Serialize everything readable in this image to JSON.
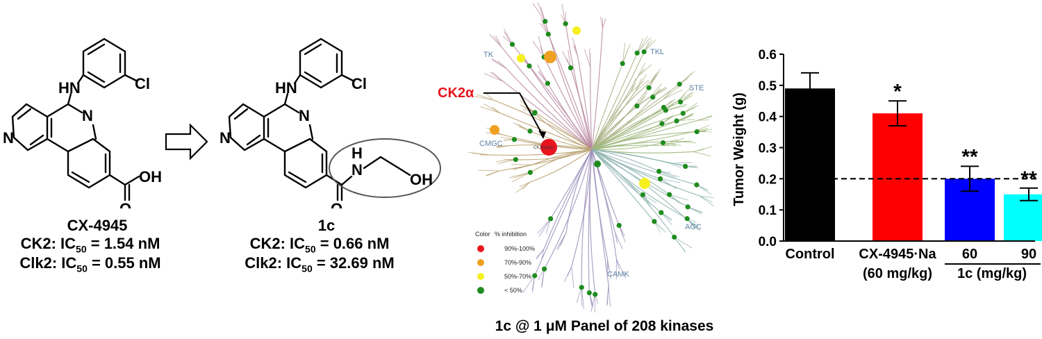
{
  "compounds": [
    {
      "name": "CX-4945",
      "ck2_prefix": "CK2: IC",
      "ck2_value": " = 1.54 nM",
      "clk2_prefix": "Clk2: IC",
      "clk2_value": " = 0.55 nM",
      "ic_sub": "50",
      "atoms": {
        "nh": "HN",
        "cl": "Cl",
        "n1": "N",
        "n2": "N",
        "o": "O",
        "oh": "OH"
      }
    },
    {
      "name": "1c",
      "ck2_prefix": "CK2: IC",
      "ck2_value": " = 0.66 nM",
      "clk2_prefix": "Clk2: IC",
      "clk2_value": " = 32.69 nM",
      "ic_sub": "50",
      "atoms": {
        "nh": "HN",
        "cl": "Cl",
        "n1": "N",
        "n2": "N",
        "o": "O",
        "h": "H",
        "n3": "N",
        "oh": "OH"
      }
    }
  ],
  "kinome": {
    "highlight_label": "CK2α",
    "highlight_color": "#e8141e",
    "highlight_node": "CK2(typeI)",
    "groups": [
      "TK",
      "TKL",
      "STE",
      "CMGC",
      "AGC",
      "CAMK"
    ],
    "legend_header": [
      "Color",
      "% inhibition"
    ],
    "legend": [
      {
        "label": "90%-100%",
        "color": "#e8141e"
      },
      {
        "label": "70%-90%",
        "color": "#f0a020"
      },
      {
        "label": "50%-70%",
        "color": "#f5f01e"
      },
      {
        "label": "< 50%",
        "color": "#1e8c1e"
      }
    ],
    "branch_colors": {
      "TK": "#b98aa0",
      "TKL": "#a9b084",
      "STE": "#9cb57a",
      "CMGC": "#b8a070",
      "AGC": "#8fb5b0",
      "CAMK": "#9c90bb"
    },
    "caption": "1c @ 1 μM Panel of 208 kinases"
  },
  "chart_data": {
    "type": "bar",
    "ylabel": "Tumor Weight (g)",
    "ylim": [
      0,
      0.6
    ],
    "yticks": [
      "0.0",
      "0.1",
      "0.2",
      "0.3",
      "0.4",
      "0.5",
      "0.6"
    ],
    "categories": [
      "Control",
      "CX-4945·Na",
      "60",
      "90"
    ],
    "category_sublabel": "(60 mg/kg)",
    "group_label": "1c (mg/kg)",
    "values": [
      0.49,
      0.41,
      0.2,
      0.15
    ],
    "errors": [
      0.05,
      0.04,
      0.04,
      0.02
    ],
    "colors": [
      "#000000",
      "#ff0000",
      "#0000ff",
      "#00ffff"
    ],
    "significance": [
      "",
      "*",
      "**",
      "**"
    ],
    "reference_line": 0.2
  }
}
